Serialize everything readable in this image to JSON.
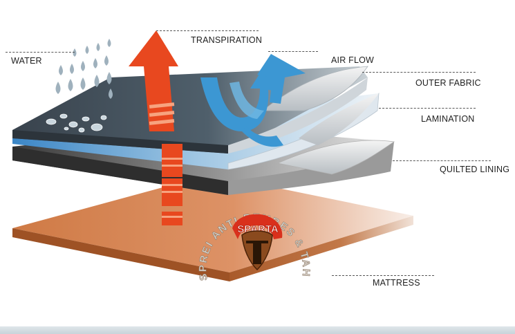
{
  "labels": {
    "water": "WATER",
    "transpiration": "TRANSPIRATION",
    "air_flow": "AIR FLOW",
    "outer_fabric": "OUTER FABRIC",
    "lamination": "LAMINATION",
    "quilted_lining": "QUILTED LINING",
    "mattress": "MATTRESS"
  },
  "stamp": {
    "text": "SPREI ANTI REMBES & TAHAN AIR",
    "logo": "SPARTA"
  },
  "colors": {
    "mattress": "#d7854f",
    "transpiration_arrow": "#e8481f",
    "airflow_arrow": "#3c97d3",
    "outer_fabric_top": "#3b4650",
    "water_drop": "#9fb1bd",
    "logo_red": "#d9301c",
    "helmet": "#8a4a1e"
  }
}
